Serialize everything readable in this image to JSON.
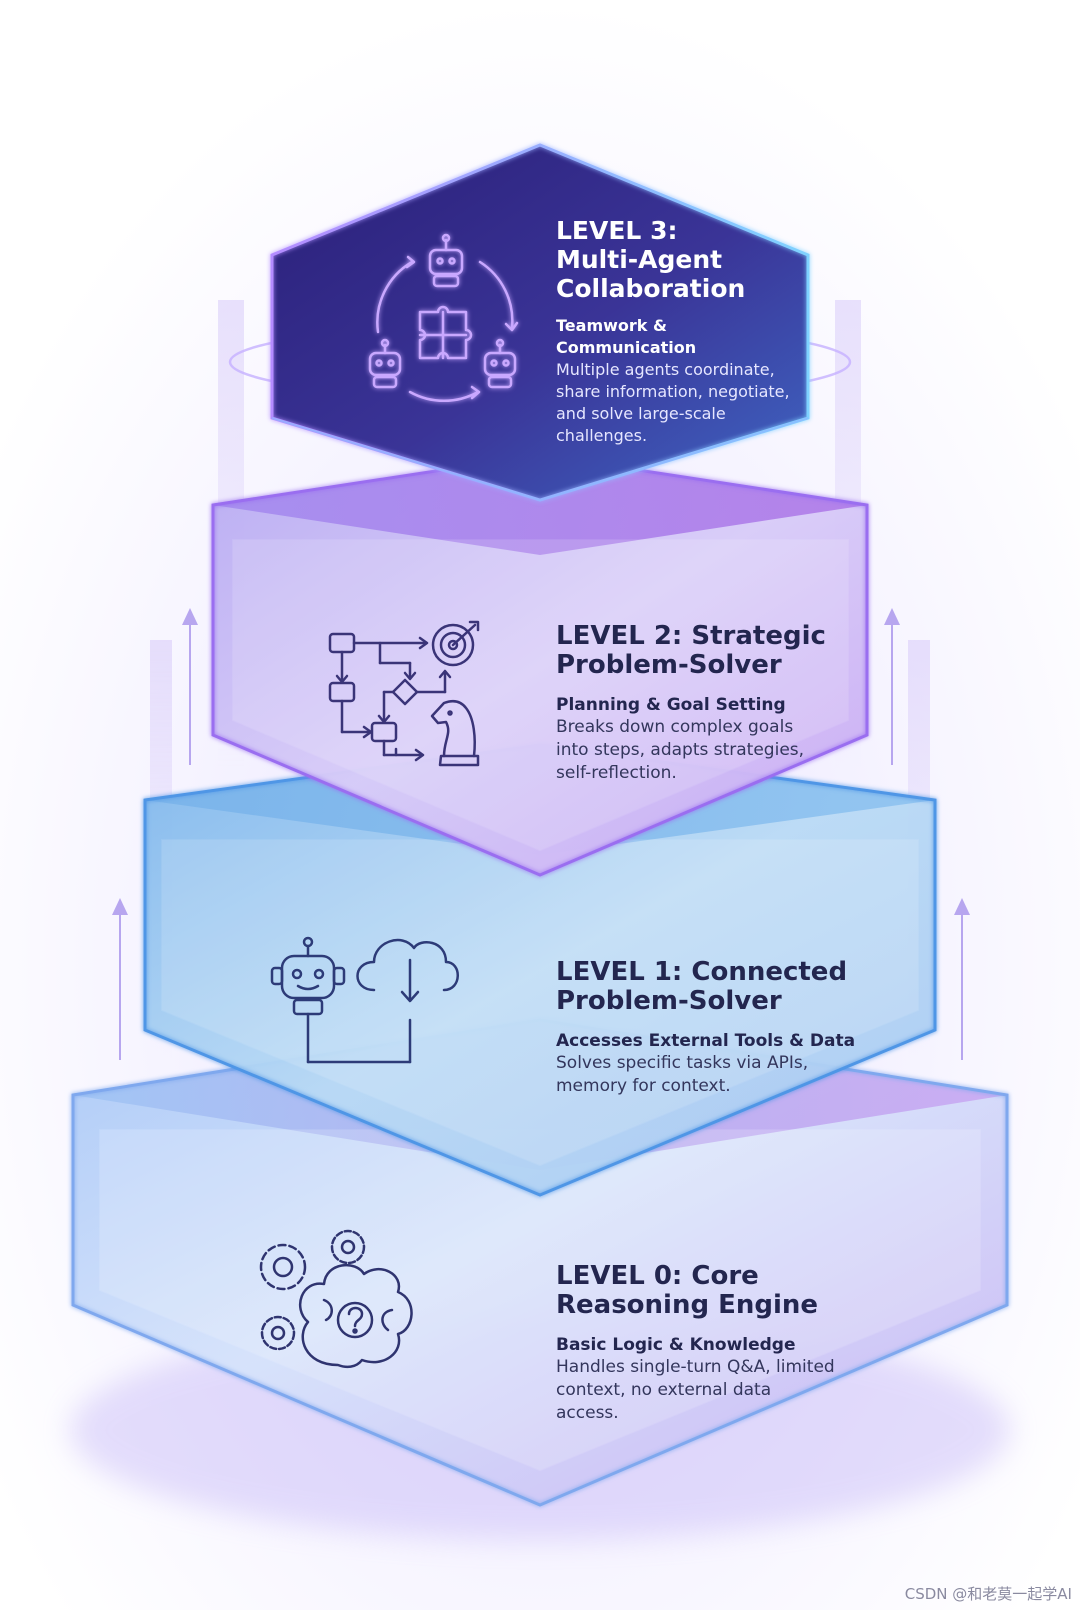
{
  "levels": [
    {
      "id": "level0",
      "title": "LEVEL 0: Core\nReasoning Engine",
      "subtitle": "Basic Logic & Knowledge",
      "description": "Handles single-turn Q&A, limited\ncontext, no external data\naccess.",
      "icon": "brain-gears-icon"
    },
    {
      "id": "level1",
      "title": "LEVEL 1: Connected\nProblem-Solver",
      "subtitle": "Accesses External Tools & Data",
      "description": "Solves specific tasks via APIs,\nmemory for context.",
      "icon": "robot-cloud-icon"
    },
    {
      "id": "level2",
      "title": "LEVEL 2: Strategic\nProblem-Solver",
      "subtitle": "Planning & Goal Setting",
      "description": "Breaks down complex goals\ninto steps, adapts strategies,\nself-reflection.",
      "icon": "flowchart-target-chess-icon"
    },
    {
      "id": "level3",
      "title": "LEVEL 3:\nMulti-Agent\nCollaboration",
      "subtitle": "Teamwork & Communication",
      "description": "Multiple agents coordinate,\nshare information, negotiate,\nand solve large-scale\nchallenges.",
      "icon": "multi-robot-puzzle-icon"
    }
  ],
  "watermark": "CSDN @和老莫一起学AI",
  "colors": {
    "violet": "#8e5bf0",
    "blue": "#5a9fe6",
    "navy": "#2c2e7a",
    "icon_stroke": "#2f3470"
  }
}
